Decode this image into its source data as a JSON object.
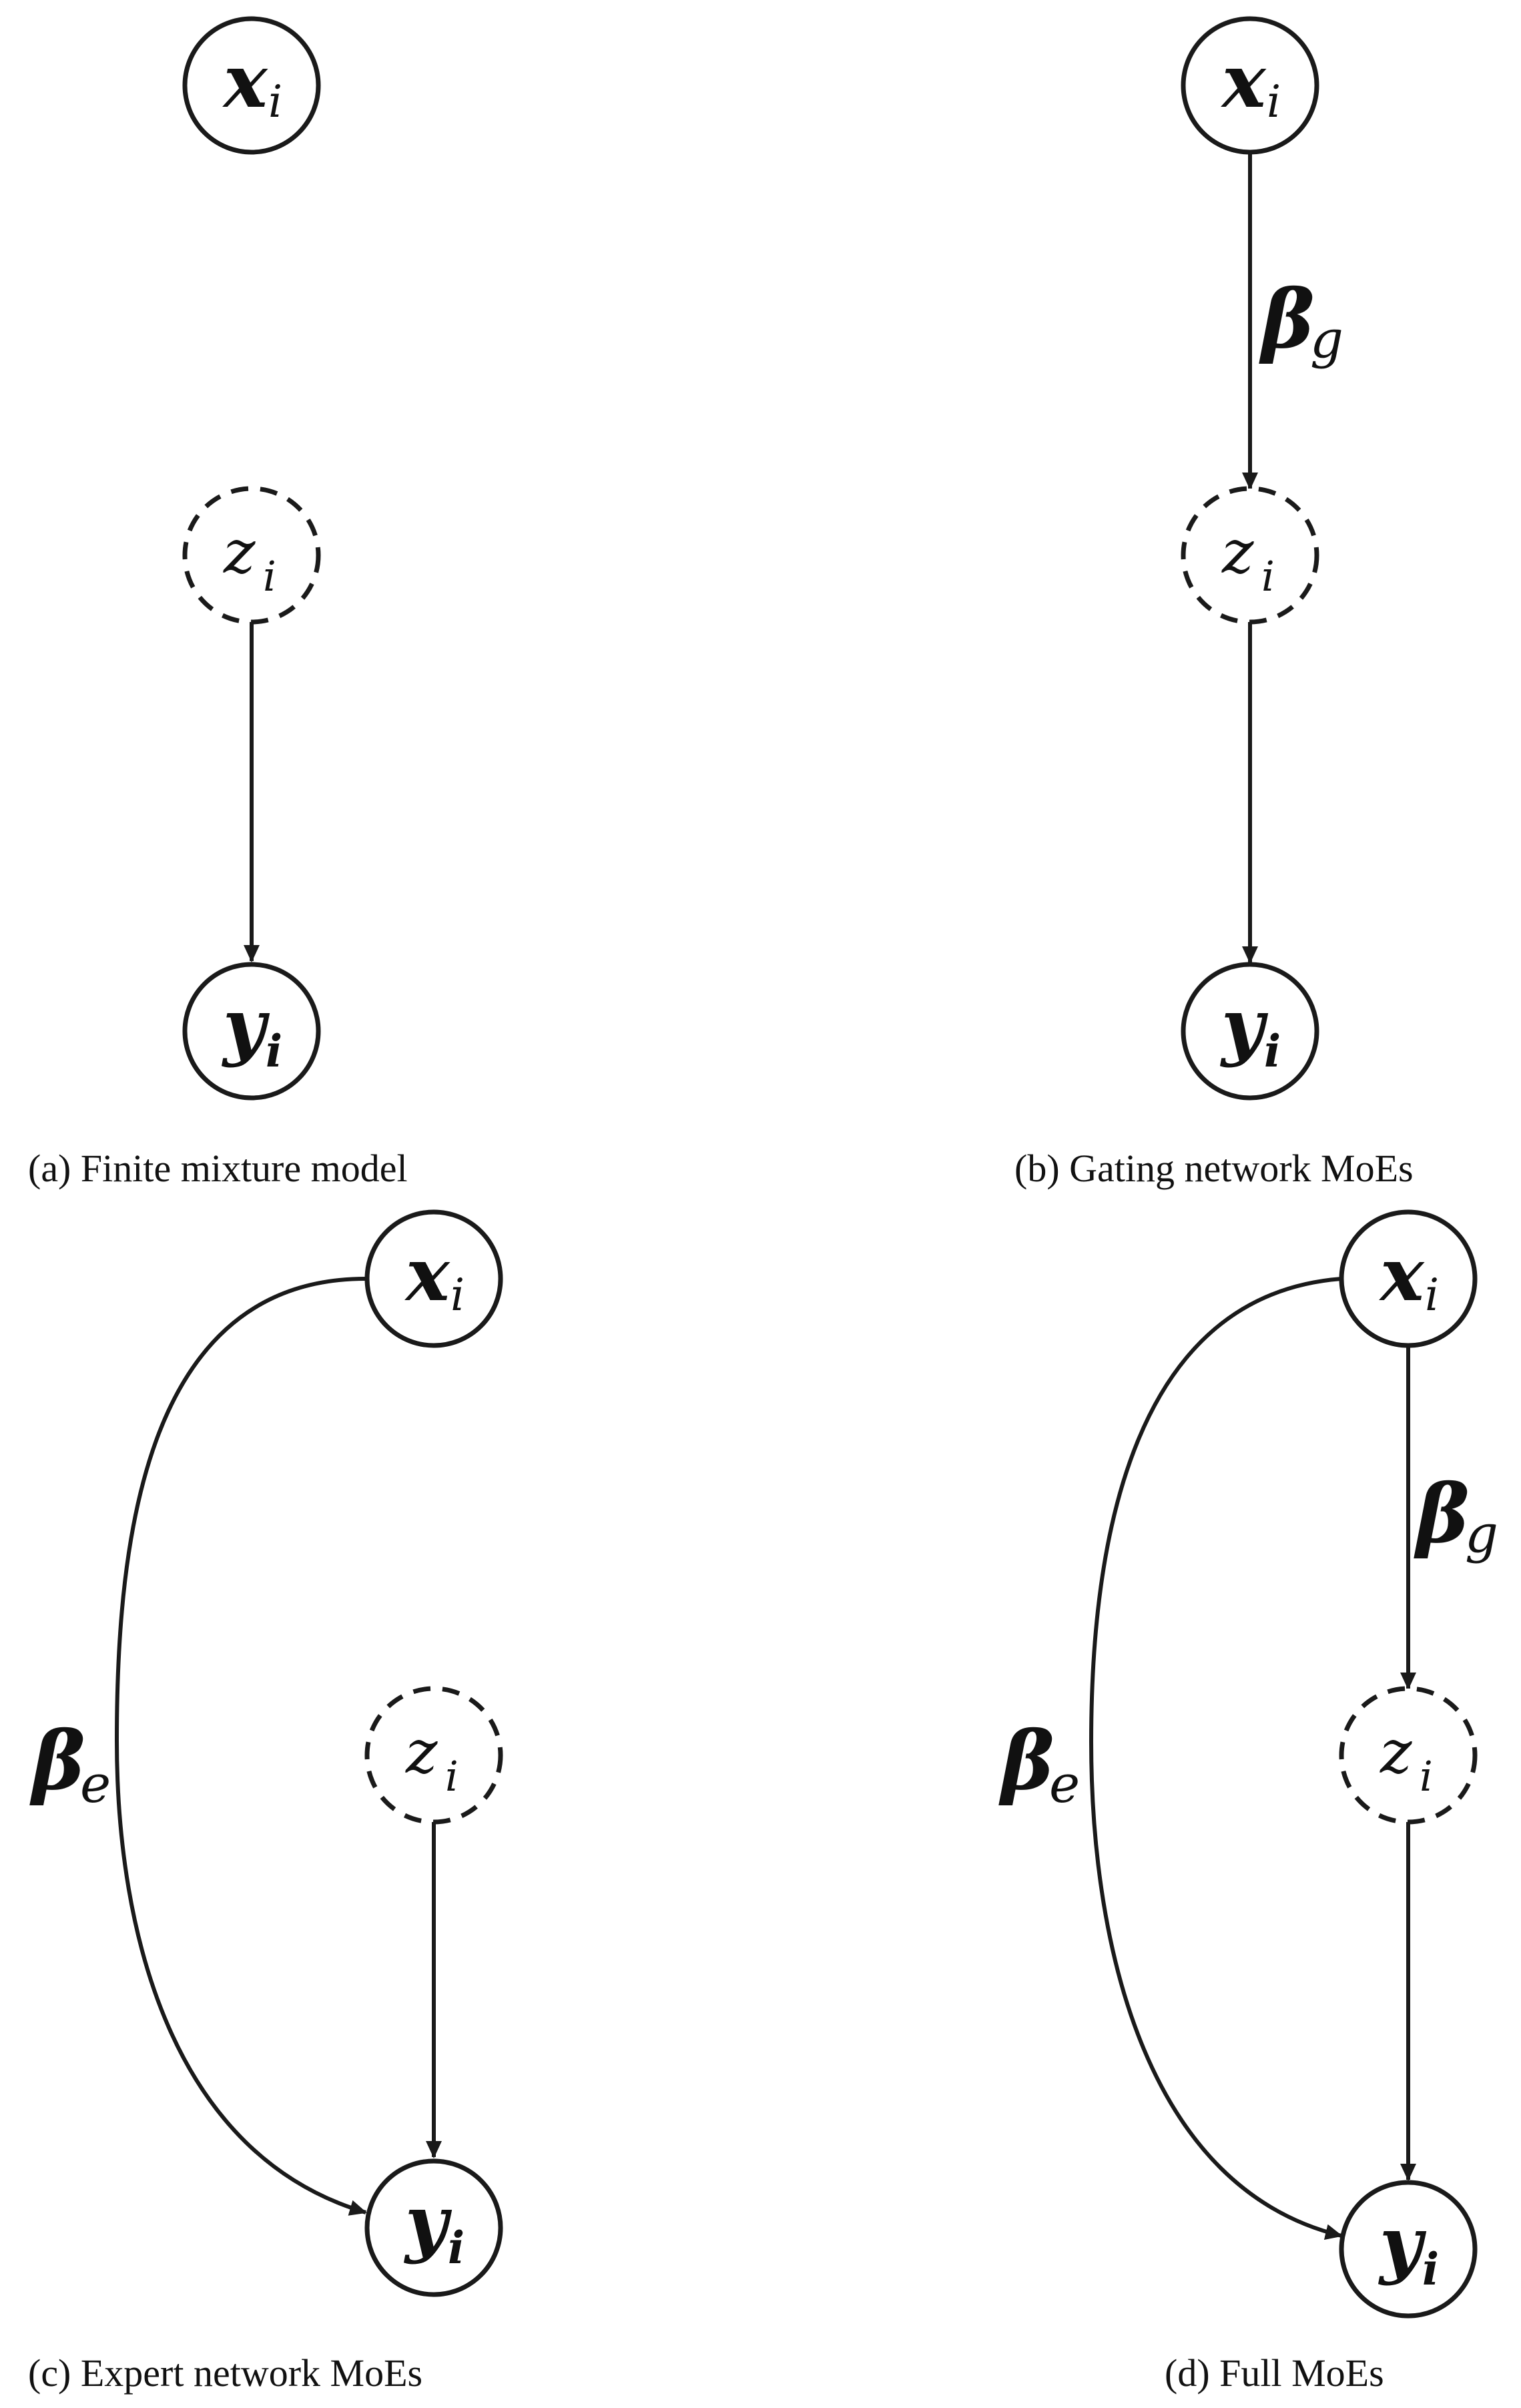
{
  "panels": [
    {
      "caption": "(a) Finite mixture model",
      "nodes": {
        "x": {
          "base": "x",
          "sub": "i"
        },
        "z": {
          "base": "z",
          "sub": "i"
        },
        "y": {
          "base": "y",
          "sub": "i"
        }
      }
    },
    {
      "caption": "(b) Gating network MoEs",
      "nodes": {
        "x": {
          "base": "x",
          "sub": "i"
        },
        "z": {
          "base": "z",
          "sub": "i"
        },
        "y": {
          "base": "y",
          "sub": "i"
        }
      },
      "edge_labels": {
        "gating": {
          "base": "β",
          "sub": "g"
        }
      }
    },
    {
      "caption": "(c) Expert network MoEs",
      "nodes": {
        "x": {
          "base": "x",
          "sub": "i"
        },
        "z": {
          "base": "z",
          "sub": "i"
        },
        "y": {
          "base": "y",
          "sub": "i"
        }
      },
      "edge_labels": {
        "expert": {
          "base": "β",
          "sub": "e"
        }
      }
    },
    {
      "caption": "(d) Full MoEs",
      "nodes": {
        "x": {
          "base": "x",
          "sub": "i"
        },
        "z": {
          "base": "z",
          "sub": "i"
        },
        "y": {
          "base": "y",
          "sub": "i"
        }
      },
      "edge_labels": {
        "gating": {
          "base": "β",
          "sub": "g"
        },
        "expert": {
          "base": "β",
          "sub": "e"
        }
      }
    }
  ]
}
